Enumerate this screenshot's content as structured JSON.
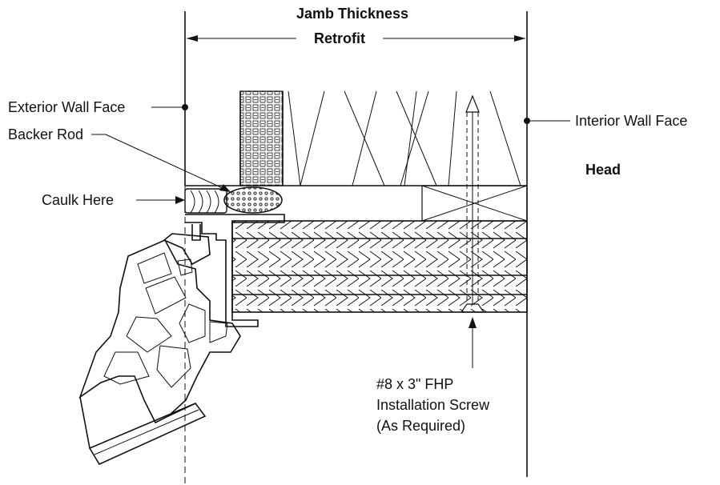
{
  "dimension": {
    "title_line1": "Jamb Thickness",
    "title_line2": "Retrofit"
  },
  "labels": {
    "exterior_wall_face": "Exterior Wall Face",
    "backer_rod": "Backer Rod",
    "caulk_here": "Caulk Here",
    "interior_wall_face": "Interior Wall Face",
    "head": "Head",
    "screw_line1": "#8 x 3\" FHP",
    "screw_line2": "Installation Screw",
    "screw_line3": "(As Required)"
  }
}
